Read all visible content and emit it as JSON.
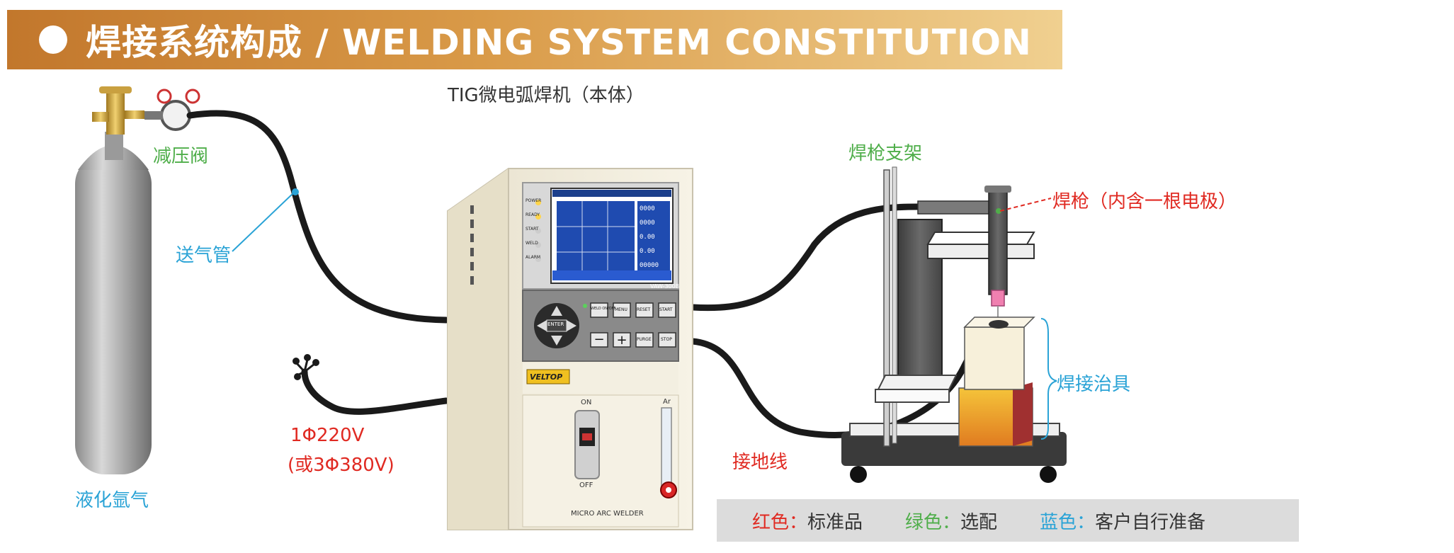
{
  "header": {
    "title": "焊接系统构成 / WELDING SYSTEM CONSTITUTION"
  },
  "labels": {
    "machine_title": "TIG微电弧焊机（本体）",
    "regulator": "减压阀",
    "gas_hose": "送气管",
    "argon_cylinder": "液化氩气",
    "power_line1": "1Φ220V",
    "power_line2": "(或3Φ380V)",
    "ground_cable": "接地线",
    "torch_stand": "焊枪支架",
    "torch": "焊枪（内含一根电极）",
    "fixture": "焊接治具"
  },
  "machine": {
    "brand": "VELTOP",
    "model": "VAW-300B",
    "front_label": "MICRO ARC WELDER",
    "switch_on": "ON",
    "switch_off": "OFF",
    "flow_label": "Ar",
    "enter_key": "ENTER",
    "keys": [
      "WELD ON/OFF",
      "MENU",
      "RESET",
      "START",
      "PURGE",
      "STOP"
    ],
    "status_leds": [
      "POWER",
      "READY",
      "START",
      "WELD",
      "ALARM"
    ],
    "screen_readings": [
      "0000",
      "0000",
      "0.00",
      "0.00",
      "00000"
    ]
  },
  "legend": {
    "red_key": "红色：",
    "red_value": "标准品",
    "green_key": "绿色：",
    "green_value": "选配",
    "blue_key": "蓝色：",
    "blue_value": "客户自行准备"
  },
  "colors": {
    "red": "#e02a22",
    "green": "#4fae4a",
    "blue": "#2aa3d6",
    "banner": "#c2772c"
  }
}
